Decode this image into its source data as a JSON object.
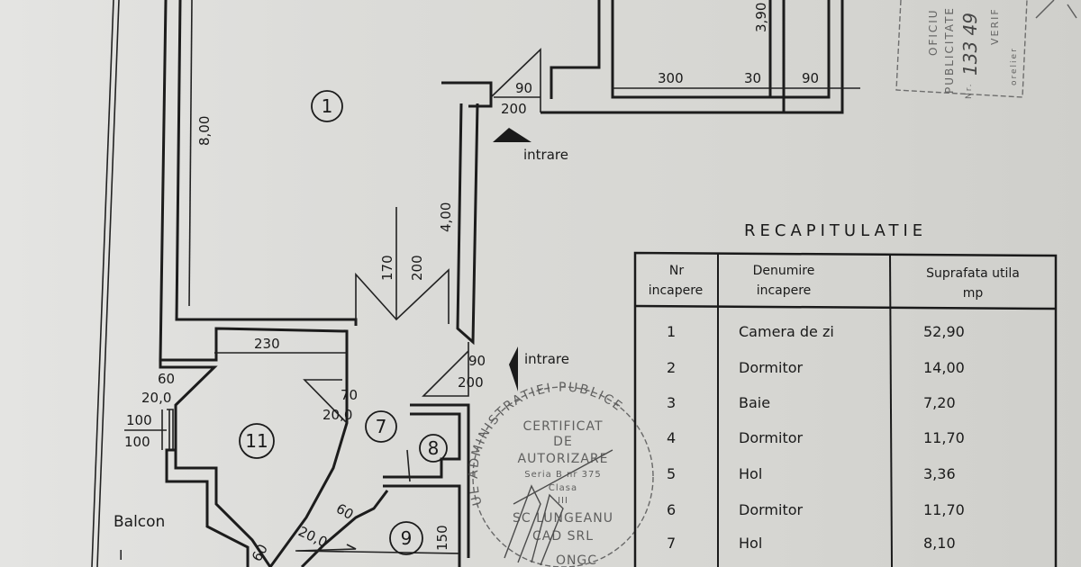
{
  "plan": {
    "rooms": [
      "1",
      "7",
      "8",
      "9",
      "11"
    ],
    "dimensions": {
      "d_800": "8,00",
      "d_400": "4,00",
      "d_390": "3,90",
      "d_300": "300",
      "d_30": "30",
      "d_90_top": "90",
      "d_door_main_w": "90",
      "d_door_main_h": "200",
      "d_170": "170",
      "d_200": "200",
      "d_230": "230",
      "d_60a": "60",
      "d_200a": "20,0",
      "d_100a": "100",
      "d_100b": "100",
      "d_70": "70",
      "d_200b": "20,0",
      "d_door2_w": "90",
      "d_door2_h": "200",
      "d_60b": "60",
      "d_200c": "20,0",
      "d_60c": "60",
      "d_150": "150"
    },
    "entrance_1": "intrare",
    "entrance_2": "intrare",
    "balcony_label": "Balcon",
    "balcony_num": "I"
  },
  "stamps": {
    "certificate": {
      "ring": "UL ADMINISTRATIEI PUBLICE",
      "line1": "CERTIFICAT",
      "line2": "DE",
      "line3": "AUTORIZARE",
      "line4": "Seria B nr 375",
      "line5": "Clasa",
      "line6": "III",
      "line7": "SC LUNGEANU",
      "line8": "CAD SRL",
      "bottom": "ONGC"
    },
    "office": {
      "line1": "OFICIU",
      "line2": "PUBLICITATE",
      "handwritten": "133 49",
      "line3": "VERIF",
      "line4": "Nr.",
      "line5": "orelier"
    }
  },
  "summary": {
    "title": "RECAPITULATIE",
    "headers": {
      "nr_1": "Nr",
      "nr_2": "incapere",
      "name_1": "Denumire",
      "name_2": "incapere",
      "area_1": "Suprafata utila",
      "area_2": "mp"
    },
    "rows": [
      {
        "nr": "1",
        "name": "Camera de zi",
        "area": "52,90"
      },
      {
        "nr": "2",
        "name": "Dormitor",
        "area": "14,00"
      },
      {
        "nr": "3",
        "name": "Baie",
        "area": "7,20"
      },
      {
        "nr": "4",
        "name": "Dormitor",
        "area": "11,70"
      },
      {
        "nr": "5",
        "name": "Hol",
        "area": "3,36"
      },
      {
        "nr": "6",
        "name": "Dormitor",
        "area": "11,70"
      },
      {
        "nr": "7",
        "name": "Hol",
        "area": "8,10"
      }
    ]
  }
}
